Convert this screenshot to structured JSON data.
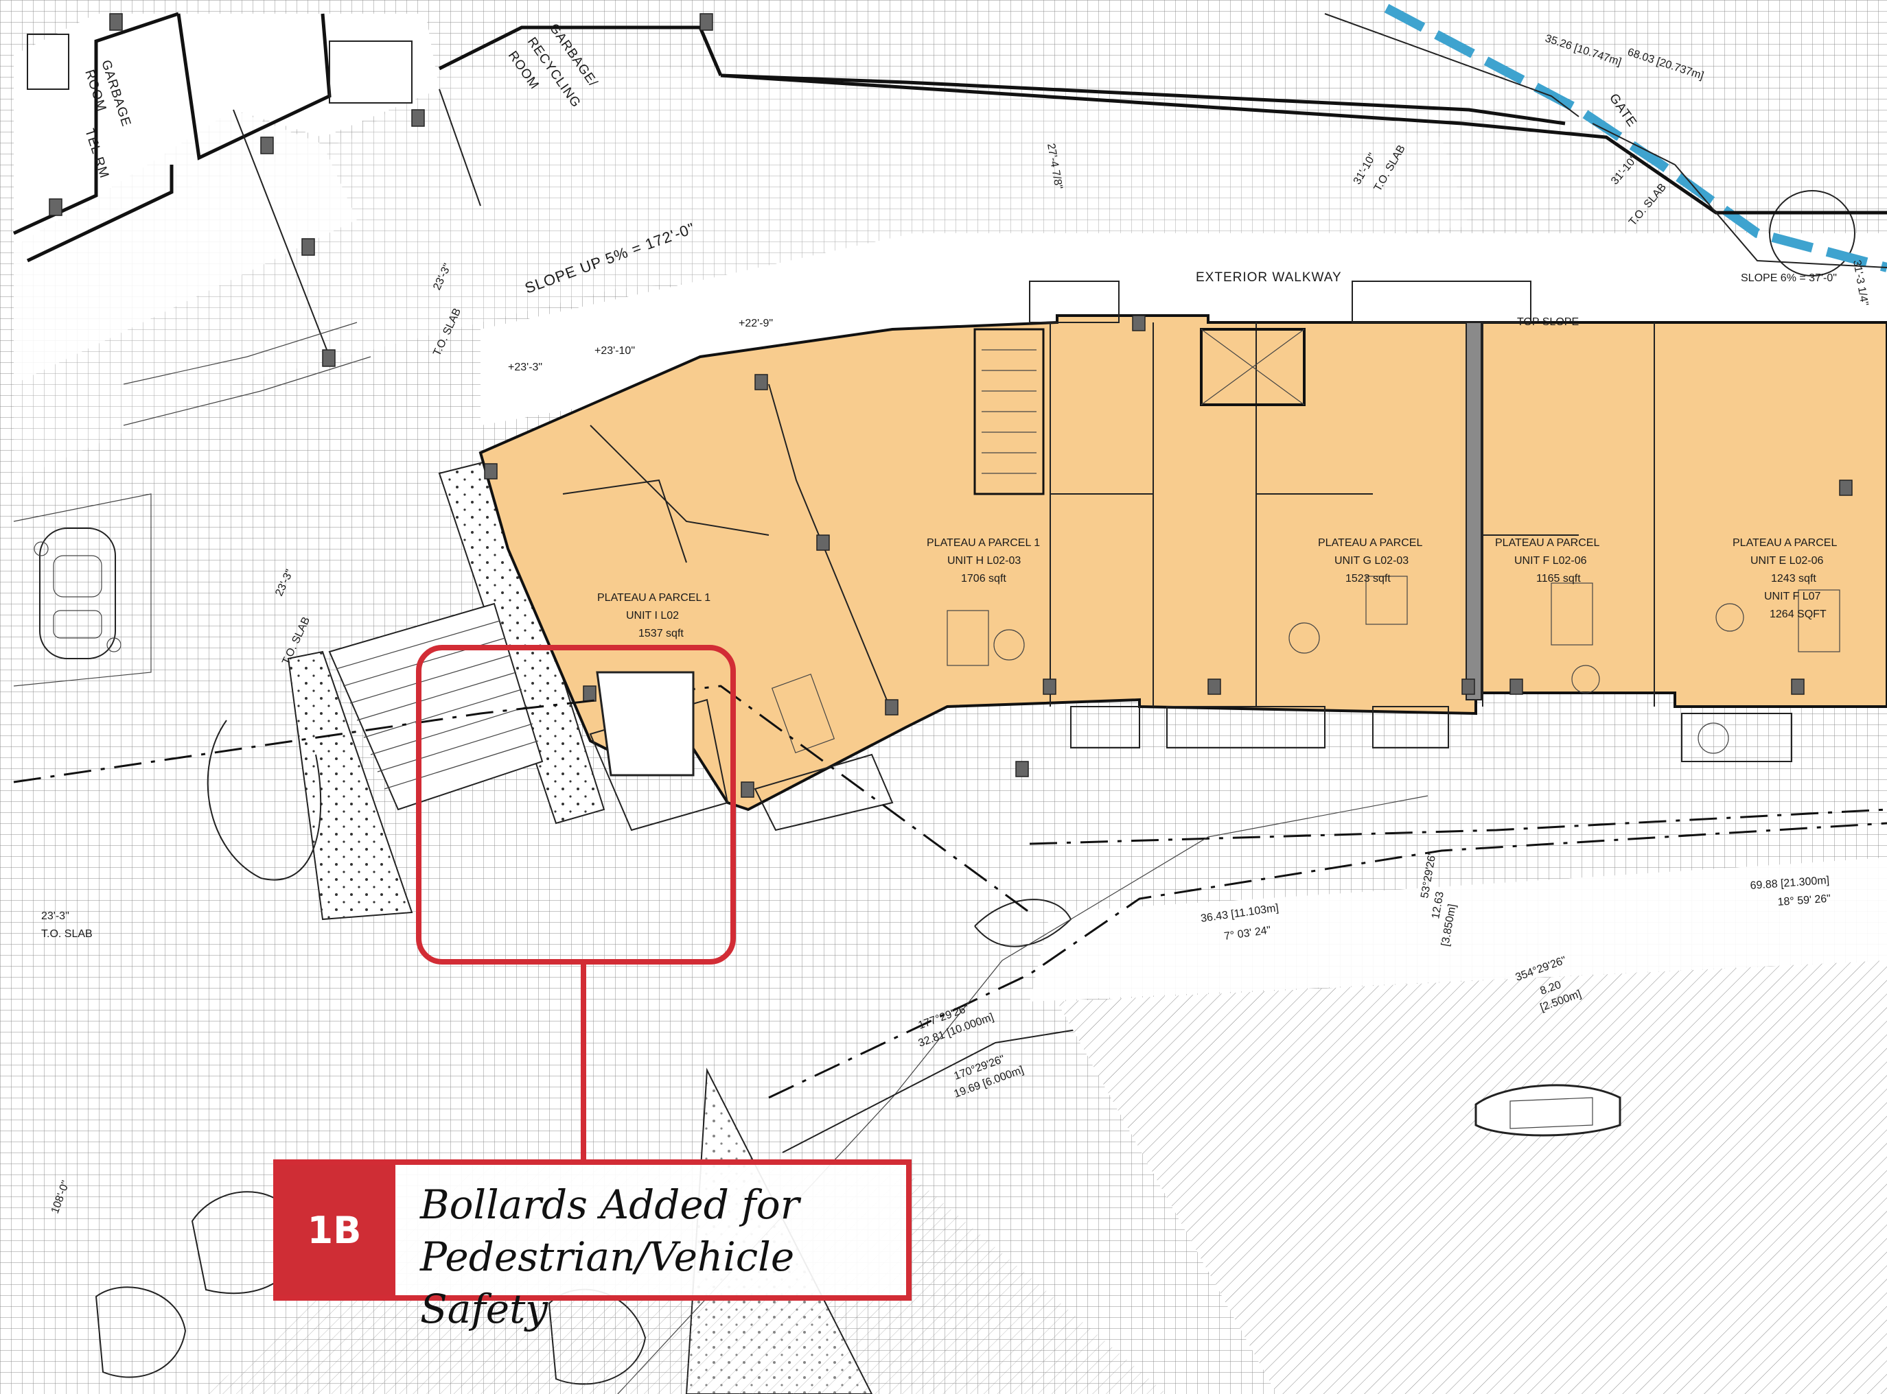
{
  "callout": {
    "tag": "1B",
    "line1": "Bollards Added for",
    "line2": "Pedestrian/Vehicle Safety",
    "accent_color": "#d22c35"
  },
  "rooms": {
    "garbage": "GARBAGE",
    "garbage_room": "ROOM",
    "recycling_1": "GARBAGE/",
    "recycling_2": "RECYCLING",
    "recycling_3": "ROOM",
    "tel": "TEL RM"
  },
  "walkway": "EXTERIOR WALKWAY",
  "top_slope": "TOP SLOPE",
  "slope_up": "SLOPE UP 5% = 172'-0\"",
  "slope_right": "SLOPE 6% = 37'-0\"",
  "gate": "GATE",
  "levels": {
    "to_slab": "T.O. SLAB",
    "l1": "23'-3\"",
    "l2": "23'-3\"",
    "l3": "23'-3\"",
    "l4": "31'-10\"",
    "l5": "31'-10\"",
    "l6": "+23'-10\"",
    "l7": "+23'-3\"",
    "l8": "+22'-9\""
  },
  "dims": {
    "d1": "27'-4 7/8\"",
    "d2": "108'-0\"",
    "d3": "68.03 [20.737m]",
    "d4": "35.26 [10.747m]",
    "d5": "36.43 [11.103m]",
    "d6": "7° 03' 24\"",
    "d7": "53°29'26\"",
    "d8": "12.63",
    "d9": "[3.850m]",
    "d10": "354°29'26\"",
    "d11": "8.20",
    "d12": "[2.500m]",
    "d13": "69.88 [21.300m]",
    "d14": "18° 59' 26\"",
    "d15": "177°29'26\"",
    "d16": "32.81 [10.000m]",
    "d17": "170°29'26\"",
    "d18": "19.69 [6.000m]",
    "d19": "31'-3 1/4\""
  },
  "units": [
    {
      "l1": "PLATEAU A PARCEL 1",
      "l2": "UNIT I L02",
      "l3": "1537 sqft"
    },
    {
      "l1": "PLATEAU A PARCEL 1",
      "l2": "UNIT H L02-03",
      "l3": "1706 sqft"
    },
    {
      "l1": "PLATEAU A PARCEL",
      "l2": "UNIT G L02-03",
      "l3": "1523 sqft"
    },
    {
      "l1": "PLATEAU A PARCEL",
      "l2": "UNIT F L02-06",
      "l3": "1165 sqft"
    },
    {
      "l1": "PLATEAU A PARCEL",
      "l2": "UNIT E L02-06",
      "l3": "1243 sqft",
      "l4": "UNIT F L07",
      "l5": "1264 SQFT"
    }
  ],
  "colors": {
    "unit_fill": "#f8cc8e",
    "path_blue": "#3ea3cf",
    "grid": "#9a9a9a"
  }
}
